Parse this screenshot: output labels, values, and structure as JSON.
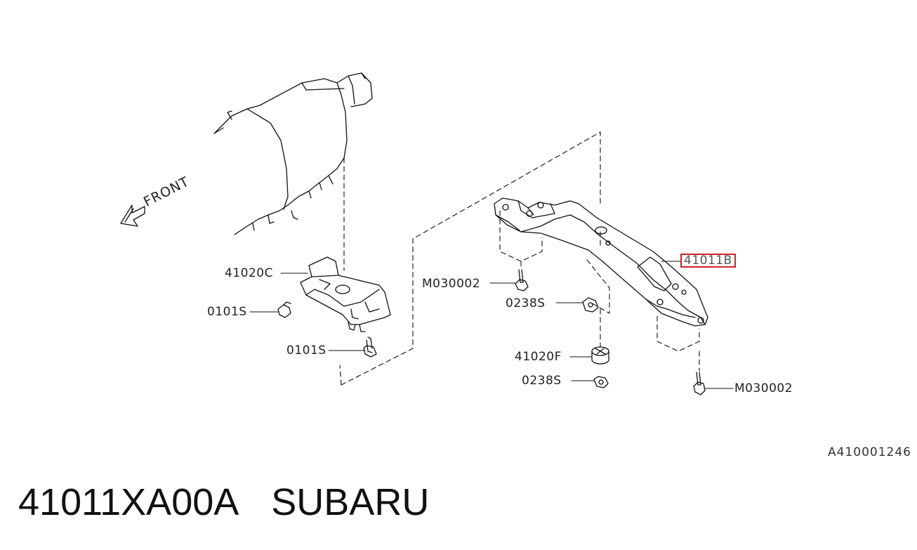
{
  "diagram": {
    "front_label": "FRONT",
    "reference_code": "A410001246",
    "callouts": {
      "c_41020C": "41020C",
      "c_0101S_upper": "0101S",
      "c_0101S_lower": "0101S",
      "c_M030002_upper": "M030002",
      "c_0238S_upper": "0238S",
      "c_41011B": "41011B",
      "c_41020F": "41020F",
      "c_0238S_lower": "0238S",
      "c_M030002_lower": "M030002"
    },
    "highlighted_part": "41011B",
    "highlight_color": "#d0202a"
  },
  "footer": {
    "part_number": "41011XA00A",
    "brand": "SUBARU"
  }
}
